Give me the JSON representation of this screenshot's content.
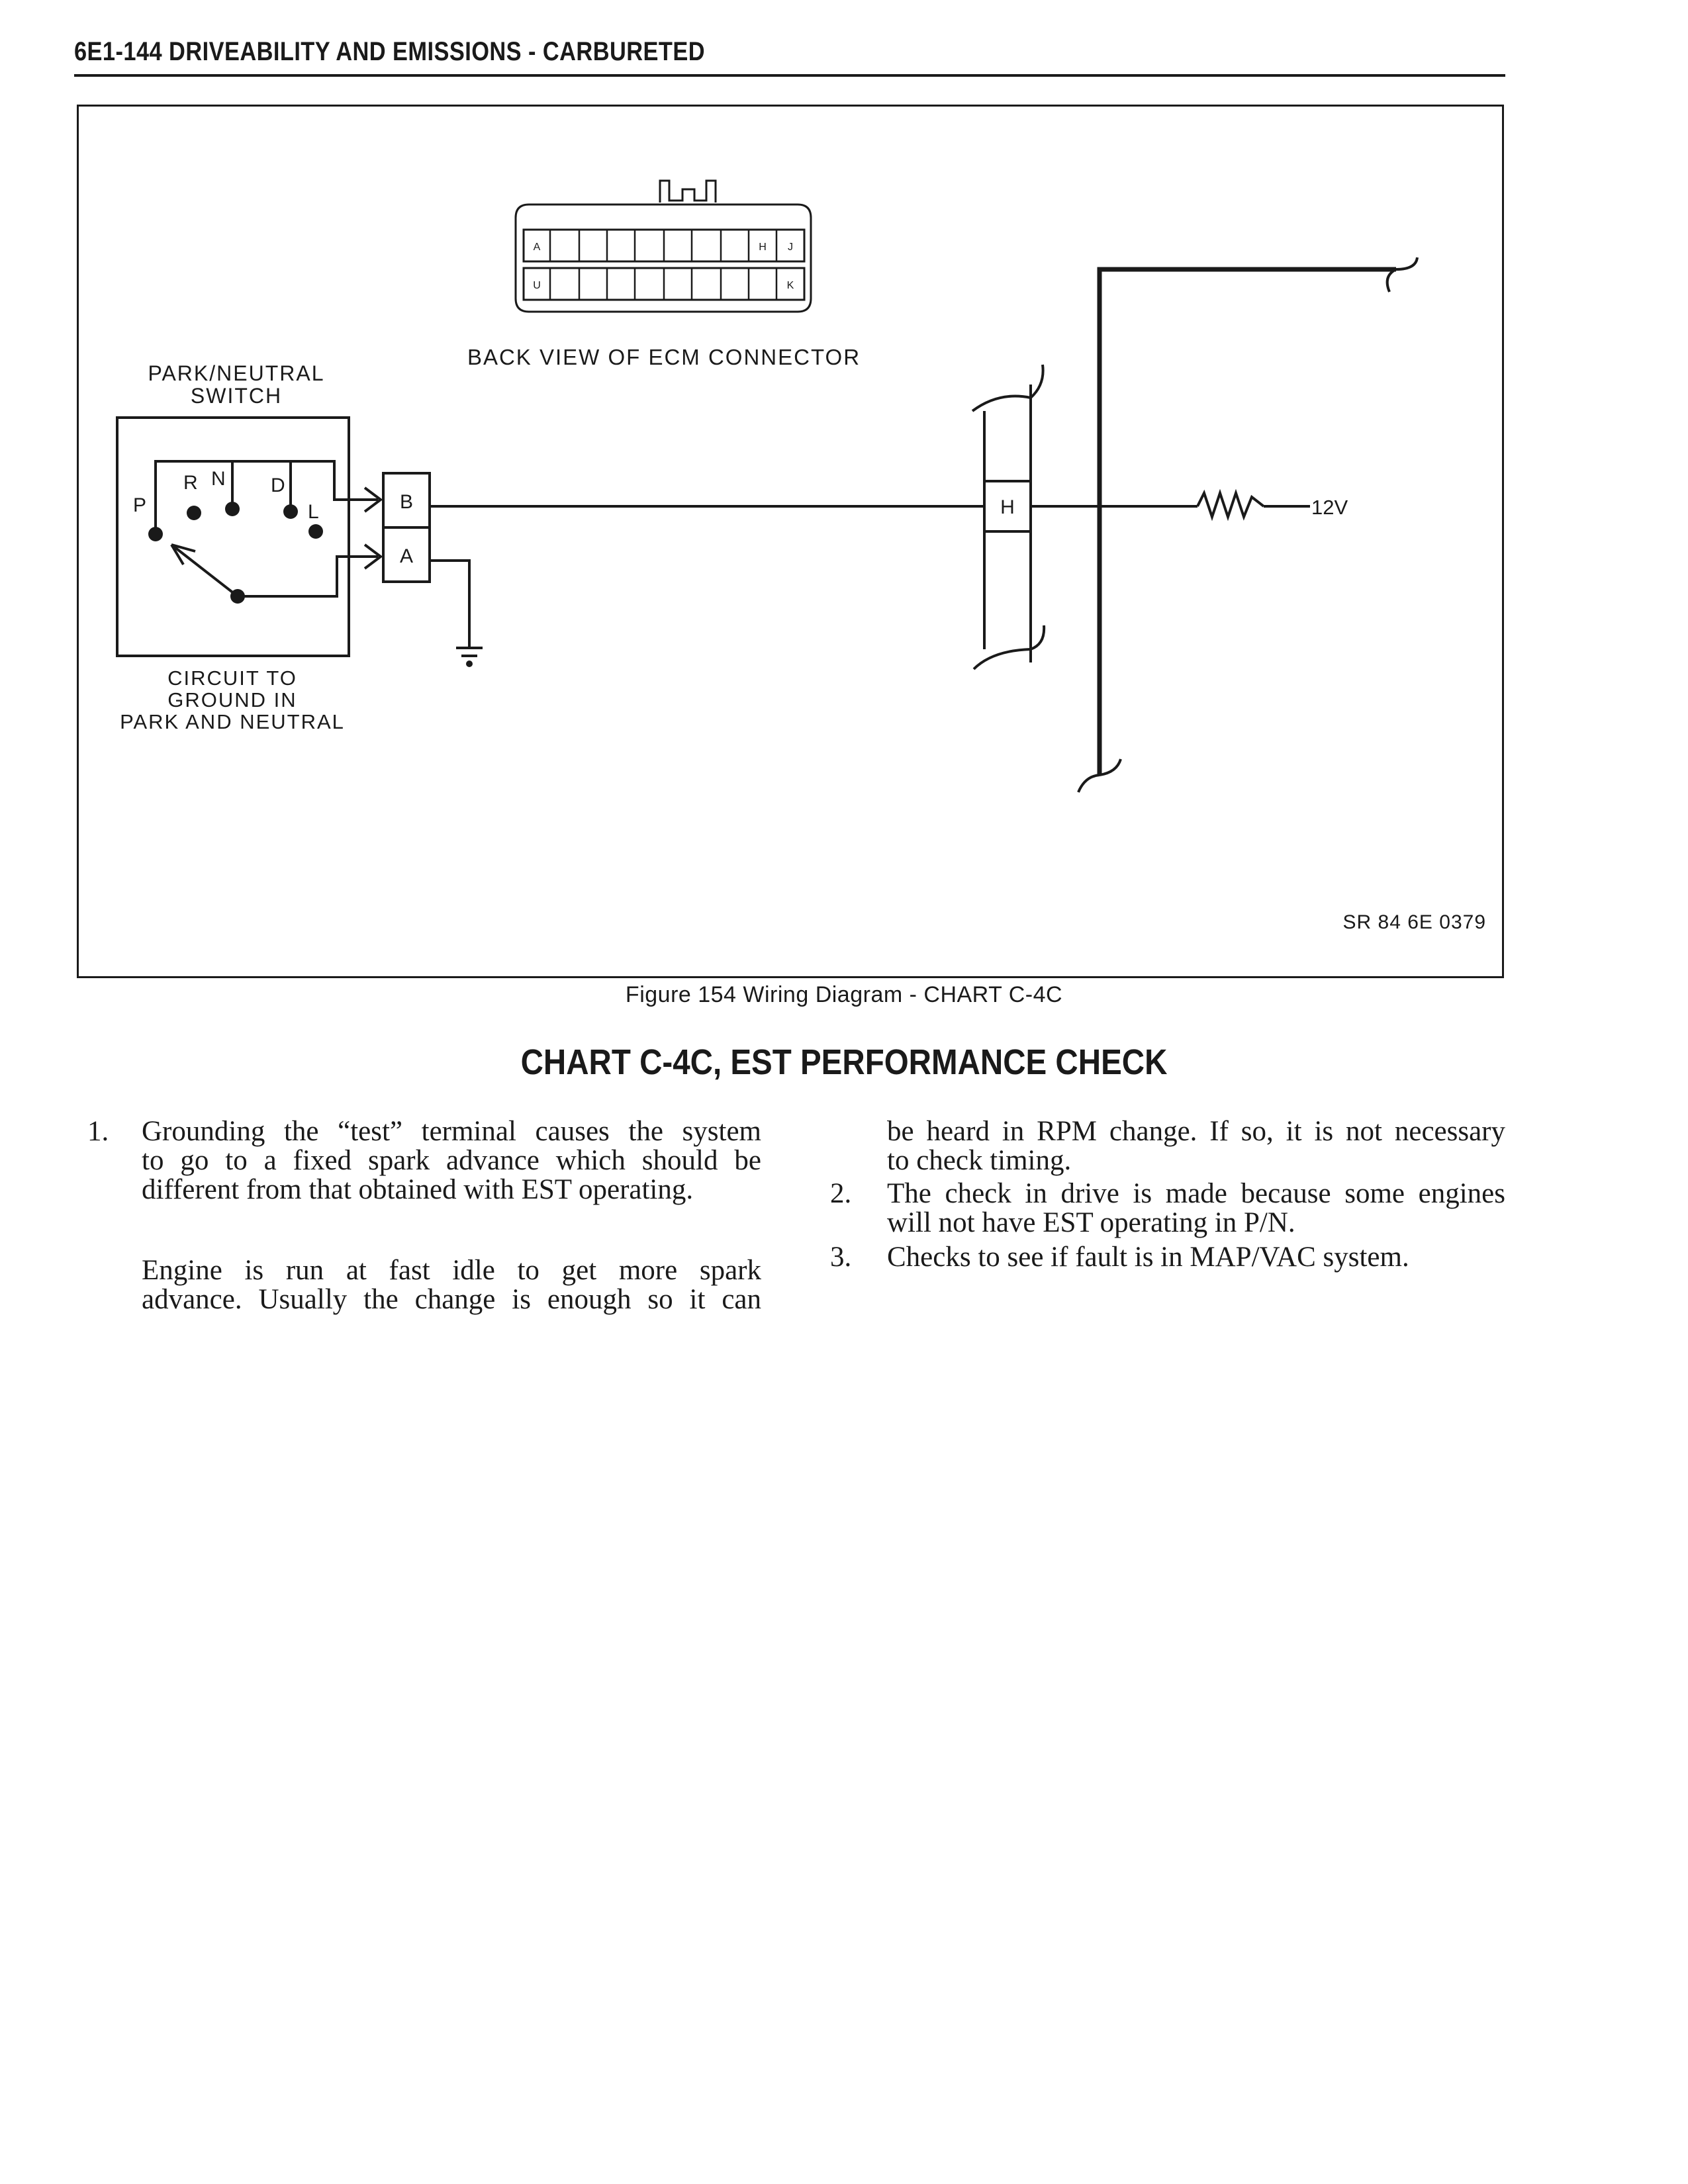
{
  "header": {
    "title": "6E1-144  DRIVEABILITY AND EMISSIONS - CARBURETED"
  },
  "diagram": {
    "connector_label": "BACK VIEW OF ECM CONNECTOR",
    "connector_pins_top": [
      "A",
      "H",
      "J"
    ],
    "connector_pins_bottom": [
      "U",
      "K"
    ],
    "switch_label_line1": "PARK/NEUTRAL",
    "switch_label_line2": "SWITCH",
    "positions": [
      "P",
      "R",
      "N",
      "D",
      "L"
    ],
    "terminal_b": "B",
    "terminal_a": "A",
    "terminal_h": "H",
    "voltage": "12V",
    "circuit_label_line1": "CIRCUIT TO",
    "circuit_label_line2": "GROUND IN",
    "circuit_label_line3": "PARK AND NEUTRAL",
    "ref_code": "SR 84 6E 0379"
  },
  "figure_caption": "Figure 154 Wiring Diagram - CHART C-4C",
  "chart_title": "CHART C-4C, EST PERFORMANCE CHECK",
  "text": {
    "item1_num": "1.",
    "item1_lines": [
      "Grounding the “test” terminal causes the system",
      "to go to a fixed spark advance which should be",
      "different from that obtained with EST operating."
    ],
    "item1b_lines": [
      "Engine is run at fast idle to get more spark",
      "advance. Usually the change is enough so it can"
    ],
    "cont_lines": [
      "be heard in RPM change. If so, it is not necessary",
      "to check timing."
    ],
    "item2_num": "2.",
    "item2_lines": [
      "The check in drive is made because some engines",
      "will not have EST operating in P/N."
    ],
    "item3_num": "3.",
    "item3_lines": [
      "Checks to see if fault is in MAP/VAC system."
    ]
  }
}
